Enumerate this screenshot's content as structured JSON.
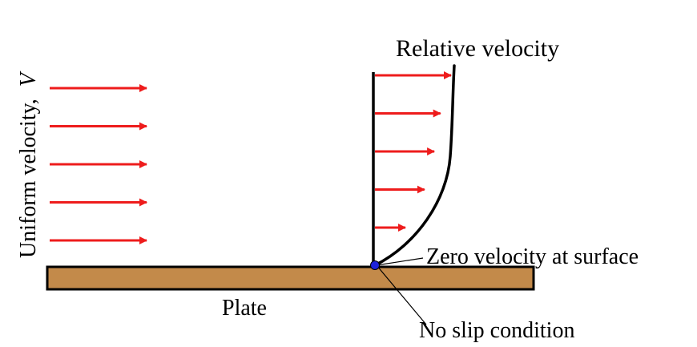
{
  "labels": {
    "uniform_velocity": "Uniform velocity,",
    "uniform_velocity_symbol": "V",
    "relative_velocity": "Relative velocity",
    "zero_velocity": "Zero velocity at surface",
    "plate": "Plate",
    "no_slip": "No slip condition"
  },
  "uniform_flow": {
    "arrow_count": 5
  },
  "velocity_profile": {
    "arrow_count": 5,
    "relative_lengths": [
      1.0,
      0.86,
      0.78,
      0.65,
      0.4
    ]
  },
  "colors": {
    "flow_arrow": "#ee1c1c",
    "plate_fill": "#c38a4a",
    "outline": "#000000",
    "contact_point": "#1f22d9",
    "background": "#ffffff"
  }
}
